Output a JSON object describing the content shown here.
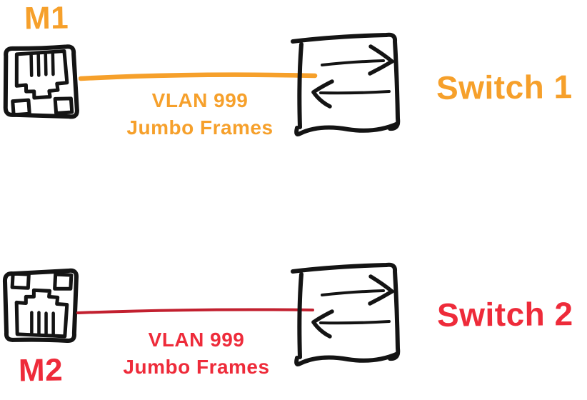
{
  "colors": {
    "orange": "#F6A02B",
    "red": "#EE2B3A",
    "red-line": "#C2202F",
    "ink": "#141414"
  },
  "links": [
    {
      "machine_label": "M1",
      "vlan_label": "VLAN 999",
      "frames_label": "Jumbo Frames",
      "switch_label": "Switch 1"
    },
    {
      "machine_label": "M2",
      "vlan_label": "VLAN 999",
      "frames_label": "Jumbo Frames",
      "switch_label": "Switch 2"
    }
  ]
}
